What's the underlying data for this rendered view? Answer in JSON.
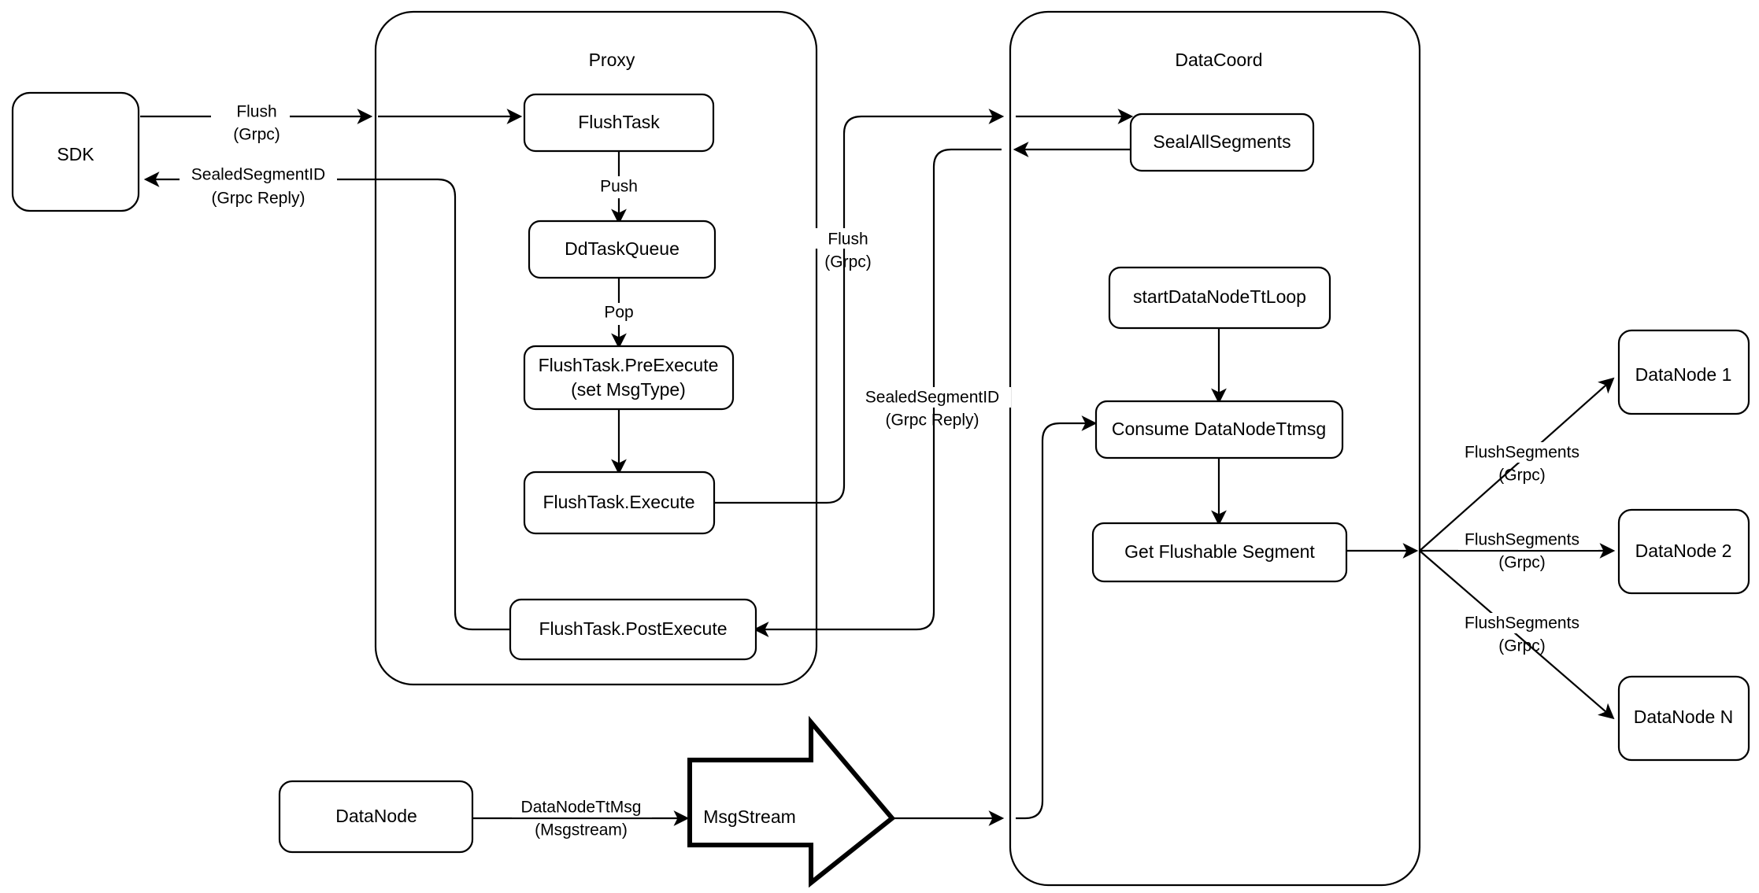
{
  "diagram": {
    "title": "Milvus Flush Flow",
    "background_color": "#ffffff",
    "stroke_color": "#000000"
  },
  "groups": {
    "proxy": {
      "label": "Proxy"
    },
    "datacoord": {
      "label": "DataCoord"
    }
  },
  "nodes": {
    "sdk": {
      "label": "SDK"
    },
    "flush_task": {
      "label": "FlushTask"
    },
    "dd_task_queue": {
      "label": "DdTaskQueue"
    },
    "pre_execute_line1": {
      "label": "FlushTask.PreExecute"
    },
    "pre_execute_line2": {
      "label": "(set MsgType)"
    },
    "execute": {
      "label": "FlushTask.Execute"
    },
    "post_execute": {
      "label": "FlushTask.PostExecute"
    },
    "seal_all_segments": {
      "label": "SealAllSegments"
    },
    "start_datanode_tt_loop": {
      "label": "startDataNodeTtLoop"
    },
    "consume_datanode_ttmsg": {
      "label": "Consume DataNodeTtmsg"
    },
    "get_flushable_segment": {
      "label": "Get Flushable Segment"
    },
    "datanode_1": {
      "label": "DataNode 1"
    },
    "datanode_2": {
      "label": "DataNode 2"
    },
    "datanode_n": {
      "label": "DataNode N"
    },
    "datanode_source": {
      "label": "DataNode"
    },
    "msgstream": {
      "label": "MsgStream"
    }
  },
  "edge_labels": {
    "sdk_to_proxy_l1": {
      "label": "Flush"
    },
    "sdk_to_proxy_l2": {
      "label": "(Grpc)"
    },
    "proxy_to_sdk_l1": {
      "label": "SealedSegmentID"
    },
    "proxy_to_sdk_l2": {
      "label": "(Grpc Reply)"
    },
    "push": {
      "label": "Push"
    },
    "pop": {
      "label": "Pop"
    },
    "proxy_to_coord_l1": {
      "label": "Flush"
    },
    "proxy_to_coord_l2": {
      "label": "(Grpc)"
    },
    "coord_to_proxy_l1": {
      "label": "SealedSegmentID"
    },
    "coord_to_proxy_l2": {
      "label": "(Grpc Reply)"
    },
    "flush_seg_1_l1": {
      "label": "FlushSegments"
    },
    "flush_seg_1_l2": {
      "label": "(Grpc)"
    },
    "flush_seg_2_l1": {
      "label": "FlushSegments"
    },
    "flush_seg_2_l2": {
      "label": "(Grpc)"
    },
    "flush_seg_n_l1": {
      "label": "FlushSegments"
    },
    "flush_seg_n_l2": {
      "label": "(Grpc)"
    },
    "ttmsg_l1": {
      "label": "DataNodeTtMsg"
    },
    "ttmsg_l2": {
      "label": "(Msgstream)"
    }
  }
}
